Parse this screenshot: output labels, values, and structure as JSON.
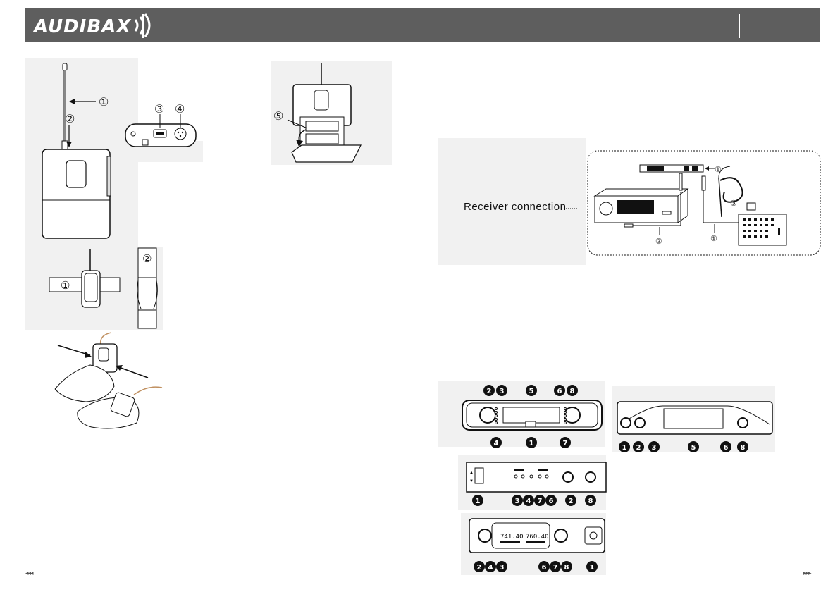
{
  "header": {
    "brand": "AUDIBAX",
    "bg_color": "#5e5e5e"
  },
  "callouts": {
    "antenna": "①",
    "antenna_base": "②",
    "usb_port": "③",
    "mini_xlr": "④",
    "battery": "⑤",
    "clip_belt": "①",
    "clip_side": "②"
  },
  "receiver_connection": {
    "label": "Receiver connection",
    "callouts": [
      "①",
      "②",
      "③",
      "①"
    ]
  },
  "receivers": {
    "front_a_top": [
      "2",
      "3",
      "5",
      "6",
      "8"
    ],
    "front_a_bottom": [
      "4",
      "1",
      "7"
    ],
    "front_b": [
      "1",
      "2",
      "3",
      "5",
      "6",
      "8"
    ],
    "front_c": [
      "1",
      "3",
      "4",
      "7",
      "6",
      "2",
      "8"
    ],
    "front_d": [
      "2",
      "4",
      "3",
      "6",
      "7",
      "8",
      "1"
    ],
    "lcd_left_freq": "741.40",
    "lcd_right_freq": "760.40"
  },
  "footer": {
    "left_arrows": "◂◂◂",
    "right_arrows": "▸▸▸"
  }
}
